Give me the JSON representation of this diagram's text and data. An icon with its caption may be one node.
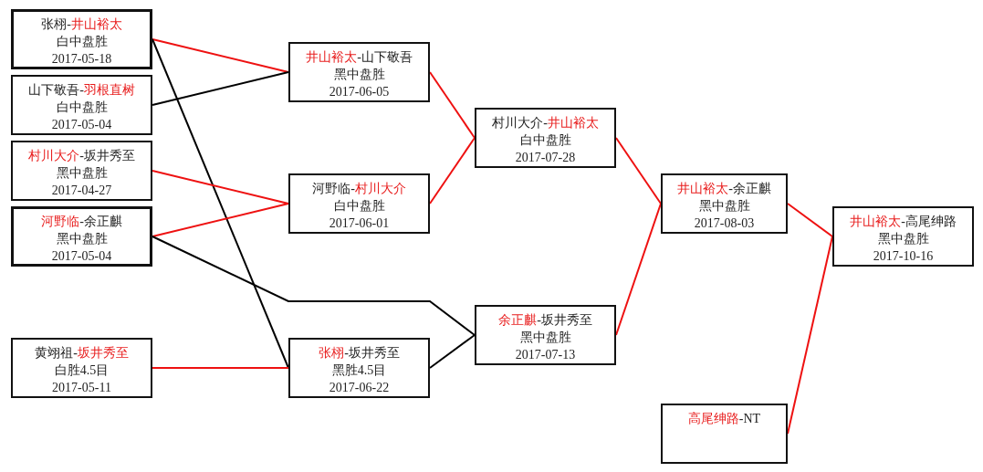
{
  "diagram": {
    "nodes": [
      {
        "text": [
          "张栩-**井山裕太**",
          "白中盘胜",
          "2017-05-18"
        ]
      },
      {
        "text": [
          "山下敬吾-**羽根直树**",
          "白中盘胜",
          "2017-05-04"
        ]
      },
      {
        "text": [
          "**村川大介**-坂井秀至",
          "黑中盘胜",
          "2017-04-27"
        ]
      },
      {
        "text": [
          "**河野临**-余正麒",
          "黑中盘胜",
          "2017-05-04"
        ]
      },
      {
        "text": [
          "黄翊祖-**坂井秀至**",
          "白胜4.5目",
          "2017-05-11"
        ]
      },
      {
        "text": [
          "**井山裕太**-山下敬吾",
          "黑中盘胜",
          "2017-06-05"
        ]
      },
      {
        "text": [
          "河野临-**村川大介**",
          "白中盘胜",
          "2017-06-01"
        ]
      },
      {
        "text": [
          "**张栩**-坂井秀至",
          "黑胜4.5目",
          "2017-06-22"
        ]
      },
      {
        "text": [
          "村川大介-**井山裕太**",
          "白中盘胜",
          "2017-07-28"
        ]
      },
      {
        "text": [
          "**余正麒**-坂井秀至",
          "黑中盘胜",
          "2017-07-13"
        ]
      },
      {
        "text": [
          "**井山裕太**-余正麒",
          "黑中盘胜",
          "2017-08-03"
        ]
      },
      {
        "text": [
          "**井山裕太**-高尾绅路",
          "黑中盘胜",
          "2017-10-16"
        ]
      },
      {
        "text": [
          "**高尾绅路**-NT"
        ]
      }
    ],
    "edges": [
      {
        "from": 0,
        "to": 5,
        "arrow": "none"
      },
      {
        "from": 1,
        "to": 5,
        "arrow": "none",
        "color": "#000000"
      },
      {
        "from": 0,
        "to": 7,
        "arrow": "none",
        "color": "#000000"
      },
      {
        "from": 2,
        "to": 6,
        "arrow": "none"
      },
      {
        "from": 3,
        "to": 6,
        "arrow": "none"
      },
      {
        "from": 3,
        "to": 9,
        "arrow": "none",
        "color": "#000000"
      },
      {
        "from": 4,
        "to": 7,
        "arrow": "none"
      },
      {
        "from": 5,
        "to": 8,
        "arrow": "none"
      },
      {
        "from": 6,
        "to": 8,
        "arrow": "none"
      },
      {
        "from": 7,
        "to": 9,
        "arrow": "none",
        "color": "#000000"
      },
      {
        "from": 8,
        "to": 10,
        "arrow": "none"
      },
      {
        "from": 9,
        "to": 10,
        "arrow": "none"
      },
      {
        "from": 10,
        "to": 11,
        "arrow": "none"
      },
      {
        "from": 12,
        "to": 11,
        "arrow": "none"
      }
    ]
  }
}
